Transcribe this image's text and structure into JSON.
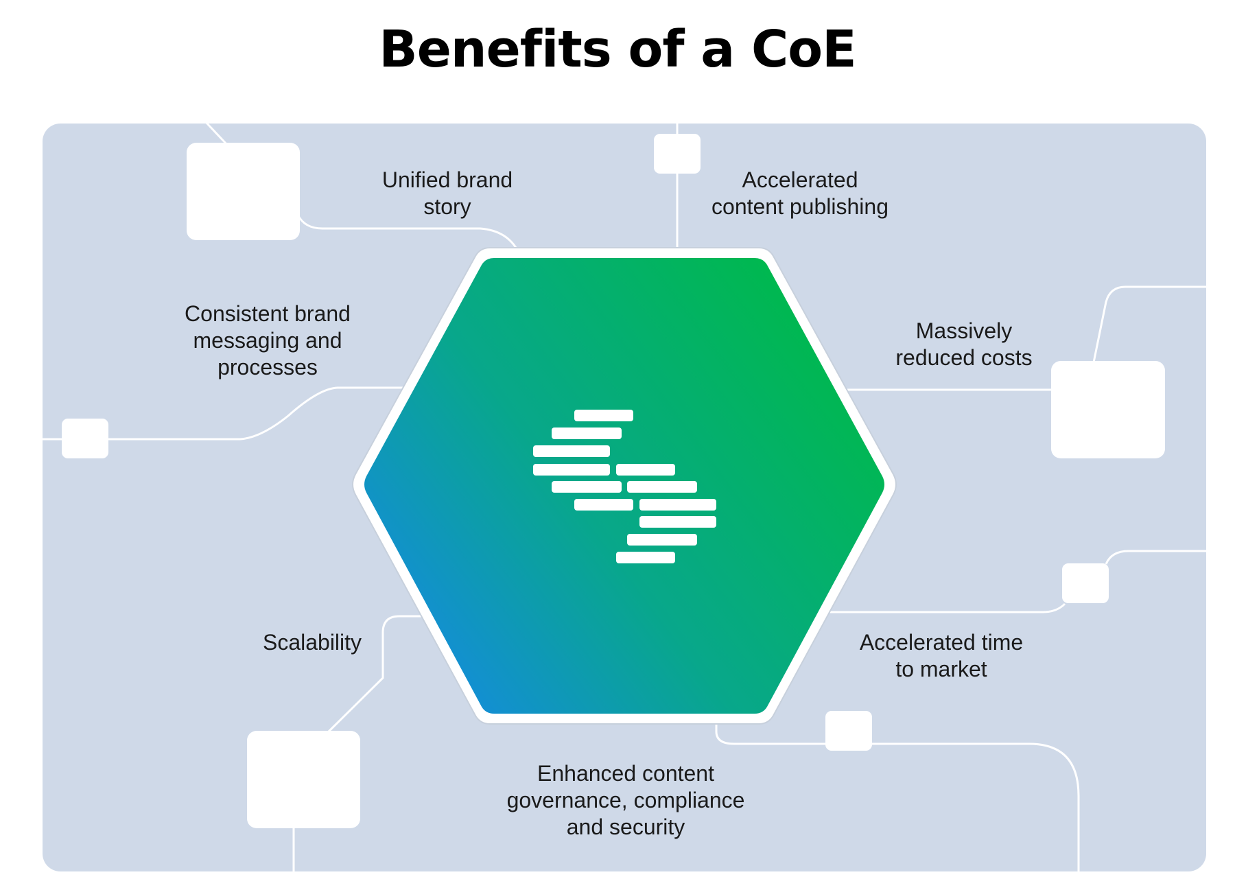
{
  "title": "Benefits of a CoE",
  "colors": {
    "panel": "#cfd9e8",
    "connector": "#ffffff",
    "gradient_start": "#1884f4",
    "gradient_mid": "#08a78b",
    "gradient_end": "#00b84f",
    "text": "#1a1a1a"
  },
  "center": {
    "logo": "stacked-bars-logo-icon"
  },
  "benefits": [
    {
      "id": "unified-brand-story",
      "lines": [
        "Unified brand",
        "story"
      ]
    },
    {
      "id": "accelerated-content-publishing",
      "lines": [
        "Accelerated",
        "content publishing"
      ]
    },
    {
      "id": "consistent-brand-messaging",
      "lines": [
        "Consistent brand",
        "messaging and",
        "processes"
      ]
    },
    {
      "id": "massively-reduced-costs",
      "lines": [
        "Massively",
        "reduced costs"
      ]
    },
    {
      "id": "scalability",
      "lines": [
        "Scalability"
      ]
    },
    {
      "id": "accelerated-time-to-market",
      "lines": [
        "Accelerated time",
        "to market"
      ]
    },
    {
      "id": "enhanced-content-governance",
      "lines": [
        "Enhanced content",
        "governance, compliance",
        "and security"
      ]
    }
  ]
}
